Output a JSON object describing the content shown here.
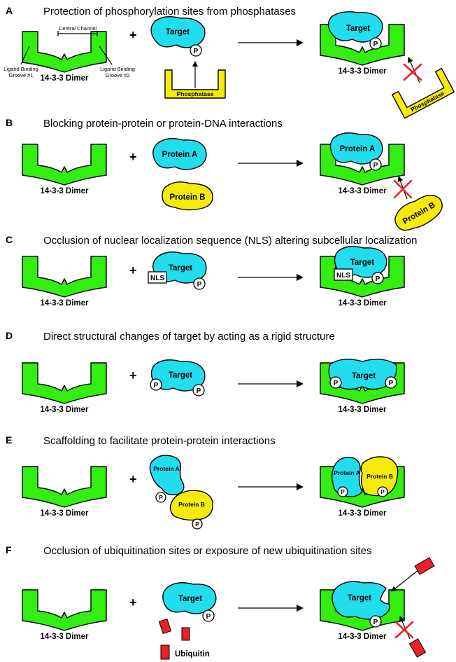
{
  "panels": [
    {
      "letter": "A",
      "title": "Protection of phosphorylation sites from phosphatases"
    },
    {
      "letter": "B",
      "title": "Blocking protein-protein or protein-DNA interactions"
    },
    {
      "letter": "C",
      "title": "Occlusion of nuclear localization sequence (NLS) altering subcellular localization"
    },
    {
      "letter": "D",
      "title": "Direct structural changes of target by acting as a rigid structure"
    },
    {
      "letter": "E",
      "title": "Scaffolding to facilitate protein-protein interactions"
    },
    {
      "letter": "F",
      "title": "Occlusion of ubiquitination sites or exposure of new ubiquitination sites"
    }
  ],
  "labels": {
    "dimer": "14-3-3 Dimer",
    "plus": "+",
    "target": "Target",
    "p": "P",
    "phosphatase": "Phosphatase",
    "protein_a": "Protein A",
    "protein_b": "Protein B",
    "nls": "NLS",
    "ubiquitin": "Ubiquitin",
    "central_channel": "Central Channel",
    "groove1_line1": "Ligand Binding",
    "groove1_line2": "Groove #1",
    "groove2_line1": "Ligand Binding",
    "groove2_line2": "Groove #2"
  },
  "colors": {
    "dimer": "#33ee11",
    "target": "#22ddee",
    "partner": "#f6ea0c",
    "ubiquitin": "#e8202a",
    "block_mark": "#e8202a"
  }
}
